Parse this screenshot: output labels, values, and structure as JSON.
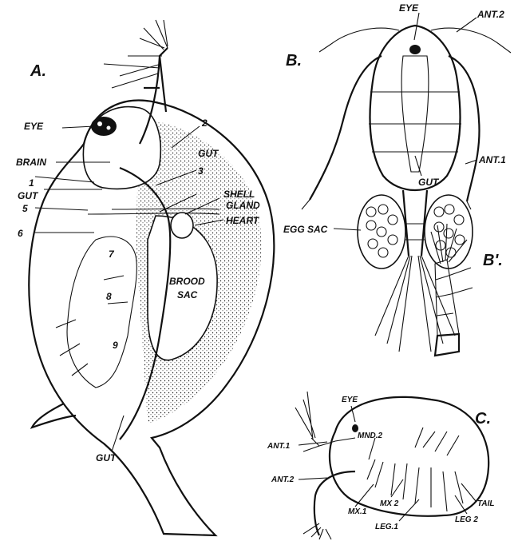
{
  "panels": {
    "a": {
      "letter": "A.",
      "labels": {
        "eye": "EYE",
        "brain": "BRAIN",
        "gut_upper": "GUT",
        "gut_left": "GUT",
        "gut_bottom": "GUT",
        "shell": "SHELL",
        "gland": "GLAND",
        "heart": "HEART",
        "brood": "BROOD",
        "sac": "SAC",
        "n1": "1",
        "n2": "2",
        "n3": "3",
        "n5": "5",
        "n6": "6",
        "n7": "7",
        "n8": "8",
        "n9": "9"
      }
    },
    "b": {
      "letter": "B.",
      "labels": {
        "eye": "EYE",
        "ant2": "ANT.2",
        "ant1": "ANT.1",
        "gut": "GUT",
        "egg_sac": "EGG SAC"
      }
    },
    "b_prime": {
      "letter": "B'."
    },
    "c": {
      "letter": "C.",
      "labels": {
        "eye": "EYE",
        "ant1": "ANT.1",
        "mnd2": "MND.2",
        "ant2": "ANT.2",
        "mx1": "MX.1",
        "mx2": "MX 2",
        "tail": "TAIL",
        "leg1": "LEG.1",
        "leg2": "LEG 2"
      }
    }
  }
}
